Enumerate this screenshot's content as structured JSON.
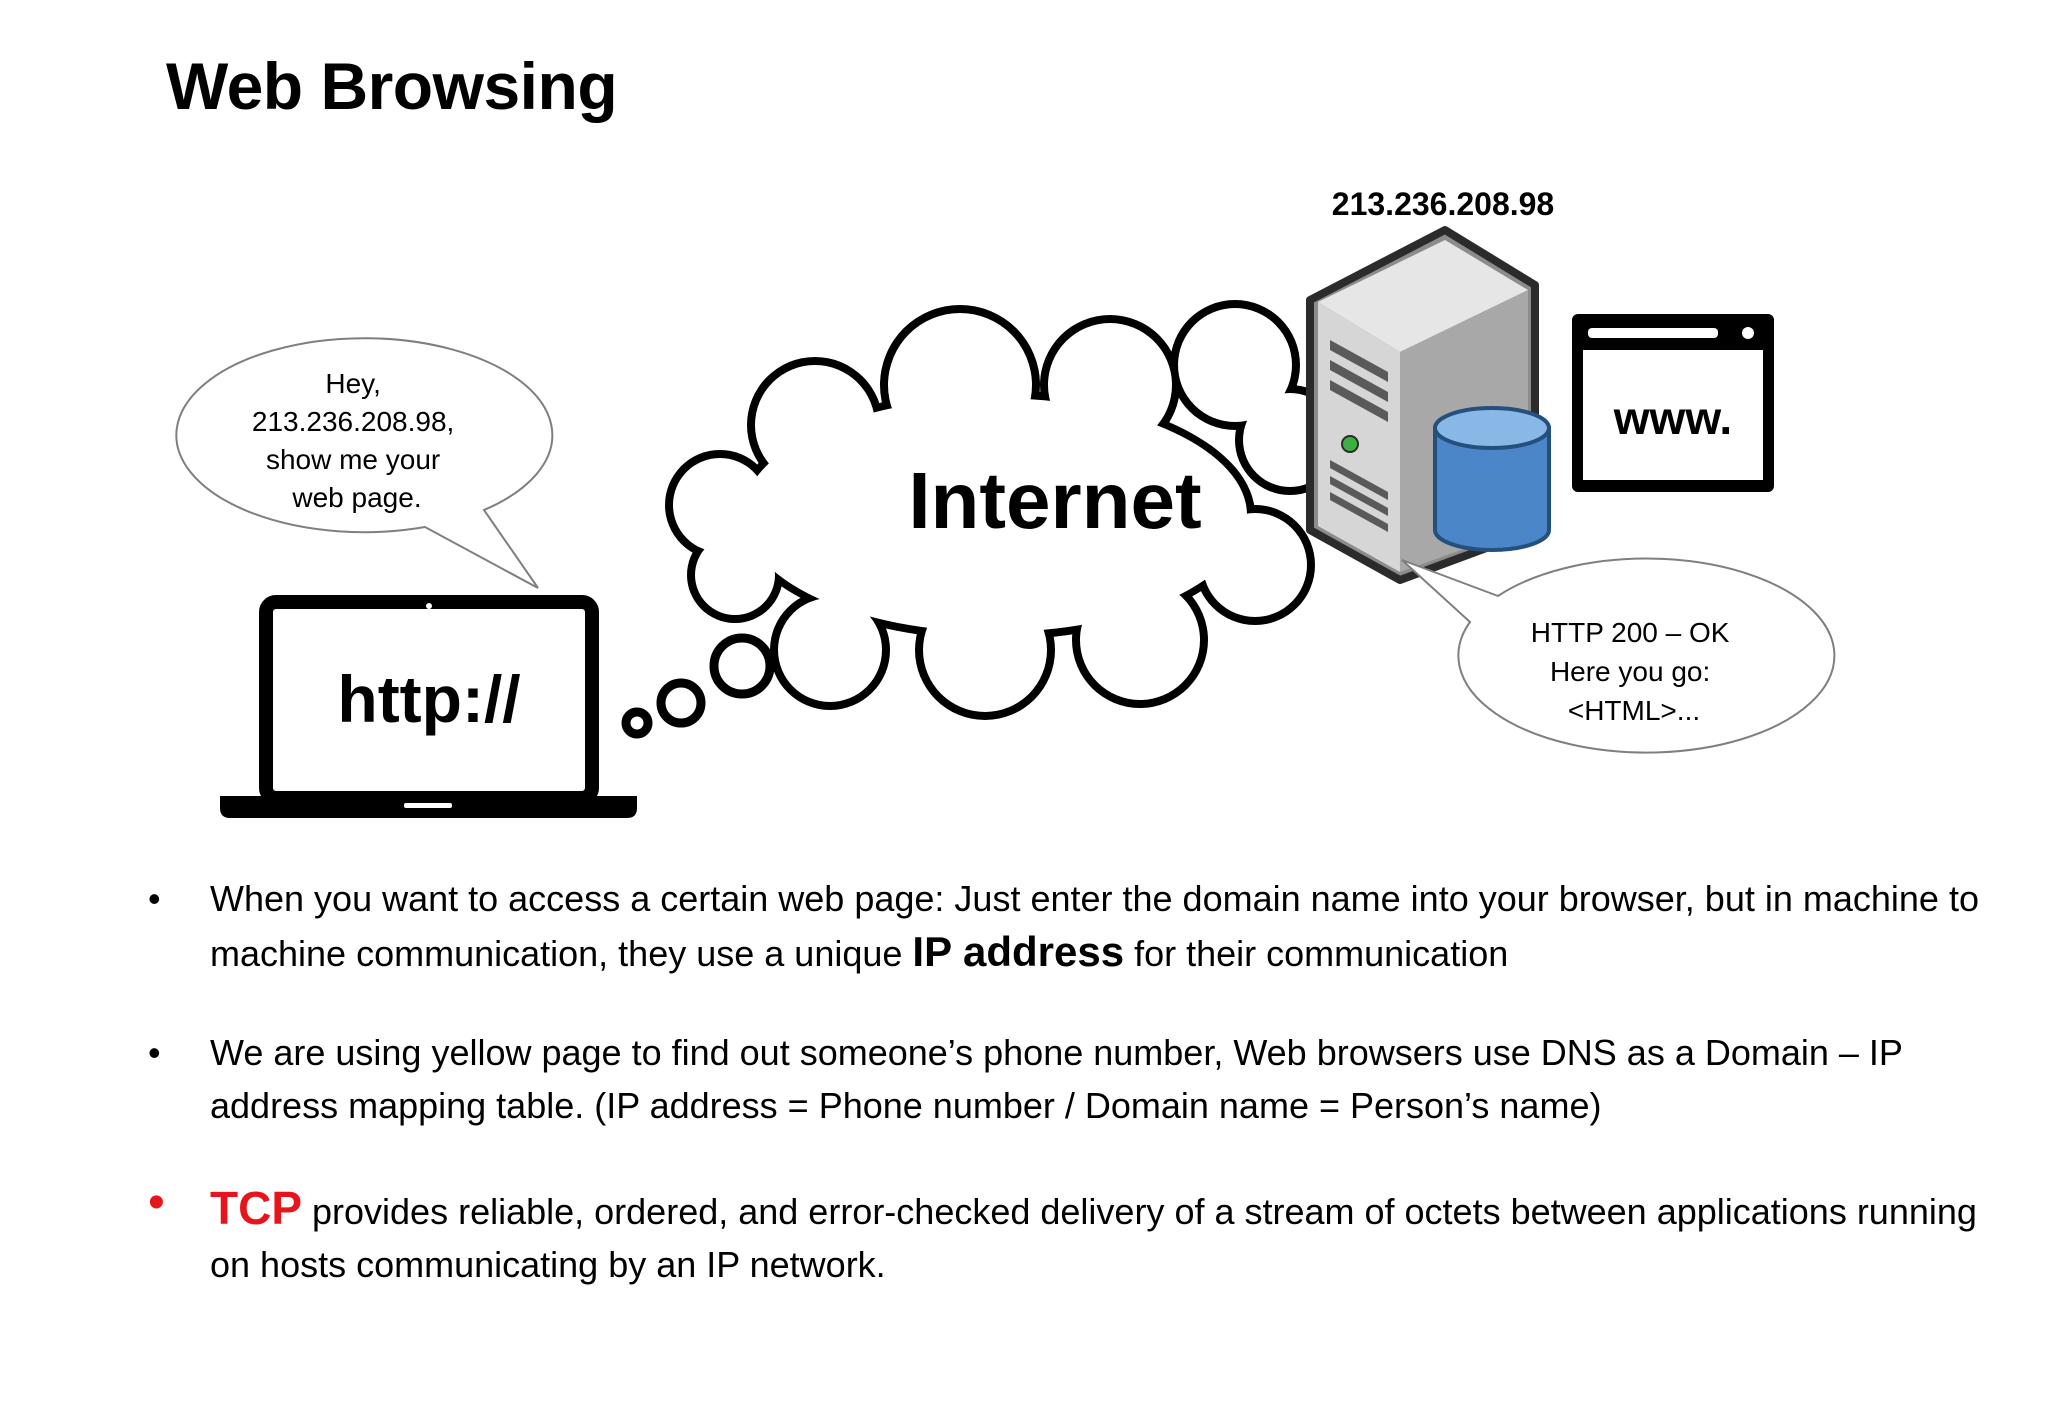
{
  "slide": {
    "title": "Web Browsing"
  },
  "diagram": {
    "client_bubble": {
      "line1": "Hey,",
      "line2": "213.236.208.98,",
      "line3": "show me your",
      "line4": "web page."
    },
    "laptop_screen_text": "http://",
    "cloud_label": "Internet",
    "server_ip": "213.236.208.98",
    "browser_window_text": "www.",
    "server_bubble": {
      "line1": "HTTP 200 – OK",
      "line2": "Here you go:",
      "line3": "<HTML>..."
    }
  },
  "bullets": [
    {
      "part1": "When you want to access a certain web page: Just enter the domain name into your browser, but in machine to machine communication, they use a unique ",
      "emphasis": "IP address",
      "part2": " for their communication"
    },
    {
      "text": "We are using yellow page to find out someone’s phone number, Web browsers use DNS as a Domain – IP address mapping table. (IP address = Phone number / Domain name = Person’s name)"
    },
    {
      "keyword": "TCP",
      "text": " provides reliable, ordered, and error-checked delivery of a stream of octets between applications running on hosts communicating by an IP network."
    }
  ],
  "colors": {
    "accent_red": "#e8141b",
    "database_blue": "#4a86c8"
  }
}
